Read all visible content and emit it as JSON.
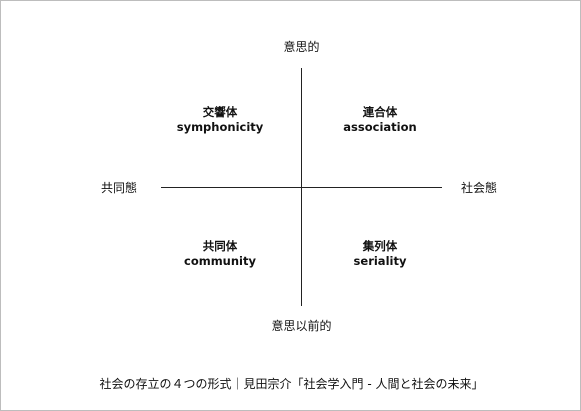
{
  "axes": {
    "top": "意思的",
    "bottom": "意思以前的",
    "left": "共同態",
    "right": "社会態"
  },
  "quadrants": {
    "top_left": {
      "jp": "交響体",
      "en": "symphonicity"
    },
    "top_right": {
      "jp": "連合体",
      "en": "association"
    },
    "bottom_left": {
      "jp": "共同体",
      "en": "community"
    },
    "bottom_right": {
      "jp": "集列体",
      "en": "seriality"
    }
  },
  "caption": "社会の存立の４つの形式｜見田宗介「社会学入門 - 人間と社会の未来」"
}
